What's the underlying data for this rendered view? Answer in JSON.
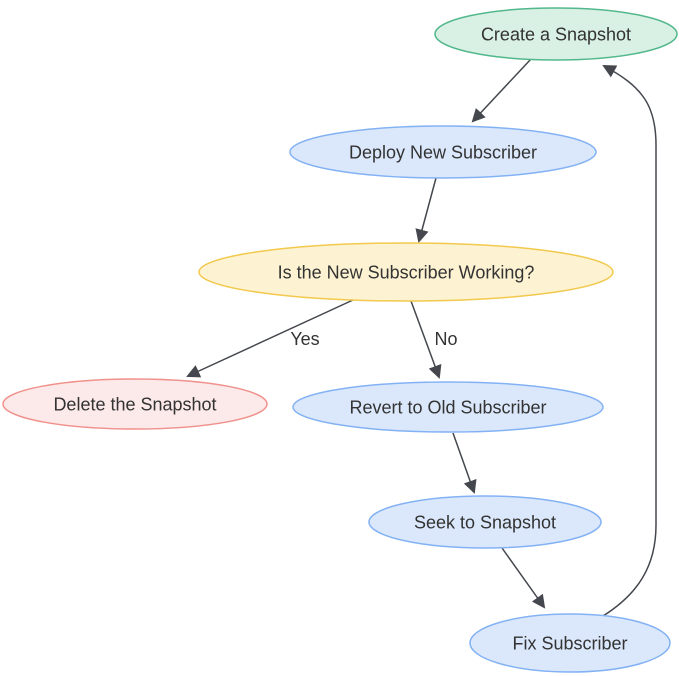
{
  "diagram_type": "flowchart",
  "colors": {
    "background": "#ffffff",
    "edge": "#44484e",
    "text": "#333333"
  },
  "nodes": {
    "create_snapshot": {
      "label": "Create a Snapshot",
      "fill": "#d9f0e4",
      "stroke": "#52b88b"
    },
    "deploy_new_subscriber": {
      "label": "Deploy New Subscriber",
      "fill": "#dbe8fb",
      "stroke": "#83b2f4"
    },
    "new_subscriber_working": {
      "label": "Is the New Subscriber Working?",
      "fill": "#fdf3d3",
      "stroke": "#f2c94c"
    },
    "delete_snapshot": {
      "label": "Delete the Snapshot",
      "fill": "#fce9e9",
      "stroke": "#f0918c"
    },
    "revert_to_old_subscriber": {
      "label": "Revert to Old Subscriber",
      "fill": "#dbe8fb",
      "stroke": "#83b2f4"
    },
    "seek_to_snapshot": {
      "label": "Seek to Snapshot",
      "fill": "#dbe8fb",
      "stroke": "#83b2f4"
    },
    "fix_subscriber": {
      "label": "Fix Subscriber",
      "fill": "#dbe8fb",
      "stroke": "#83b2f4"
    }
  },
  "edges": {
    "create_to_deploy": {
      "from": "create_snapshot",
      "to": "deploy_new_subscriber",
      "label": ""
    },
    "deploy_to_working": {
      "from": "deploy_new_subscriber",
      "to": "new_subscriber_working",
      "label": ""
    },
    "working_to_delete": {
      "from": "new_subscriber_working",
      "to": "delete_snapshot",
      "label": "Yes"
    },
    "working_to_revert": {
      "from": "new_subscriber_working",
      "to": "revert_to_old_subscriber",
      "label": "No"
    },
    "revert_to_seek": {
      "from": "revert_to_old_subscriber",
      "to": "seek_to_snapshot",
      "label": ""
    },
    "seek_to_fix": {
      "from": "seek_to_snapshot",
      "to": "fix_subscriber",
      "label": ""
    },
    "fix_to_create": {
      "from": "fix_subscriber",
      "to": "create_snapshot",
      "label": ""
    }
  }
}
